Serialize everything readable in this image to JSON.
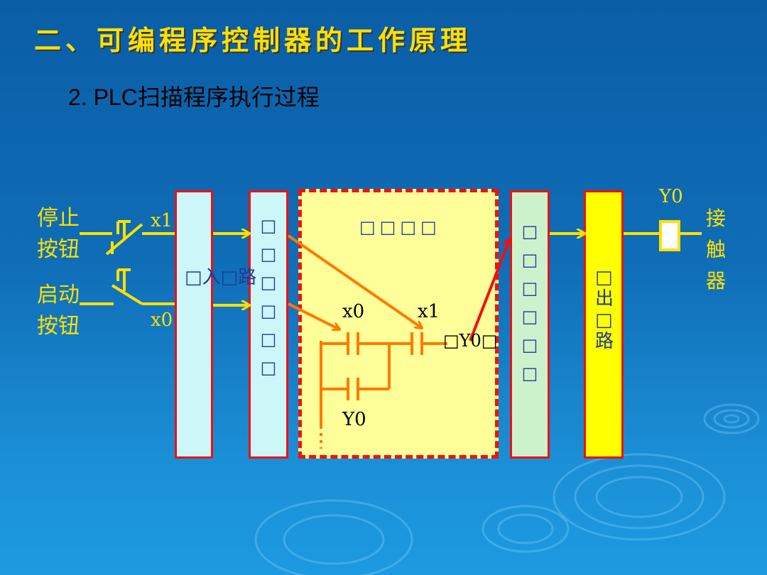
{
  "slide": {
    "title": "二、可编程序控制器的工作原理",
    "subtitle": "2. PLC扫描程序执行过程"
  },
  "inputs": {
    "stop_label": "停止\n按钮",
    "start_label": "启动\n按钮",
    "x1_label": "x1",
    "x0_label": "x0"
  },
  "blocks": {
    "input_circuit_label": "□入□路",
    "input_image_label": "□□□□□□",
    "user_program_label": "□□□□",
    "output_image_label": "□□□□□□",
    "output_circuit_label": "□出□路"
  },
  "ladder": {
    "contact_x0": "x0",
    "contact_x1": "x1",
    "coil": "□Y0□",
    "contact_y0": "Y0"
  },
  "outputs": {
    "y0_label": "Y0",
    "contactor_label": "接触器"
  },
  "colors": {
    "yellow": "#ffe000",
    "orange": "#ff7a00",
    "red": "#ee1111",
    "light_cyan": "#ccf6f8",
    "light_green": "#ccf2cc",
    "light_yellow": "#ffff99"
  }
}
